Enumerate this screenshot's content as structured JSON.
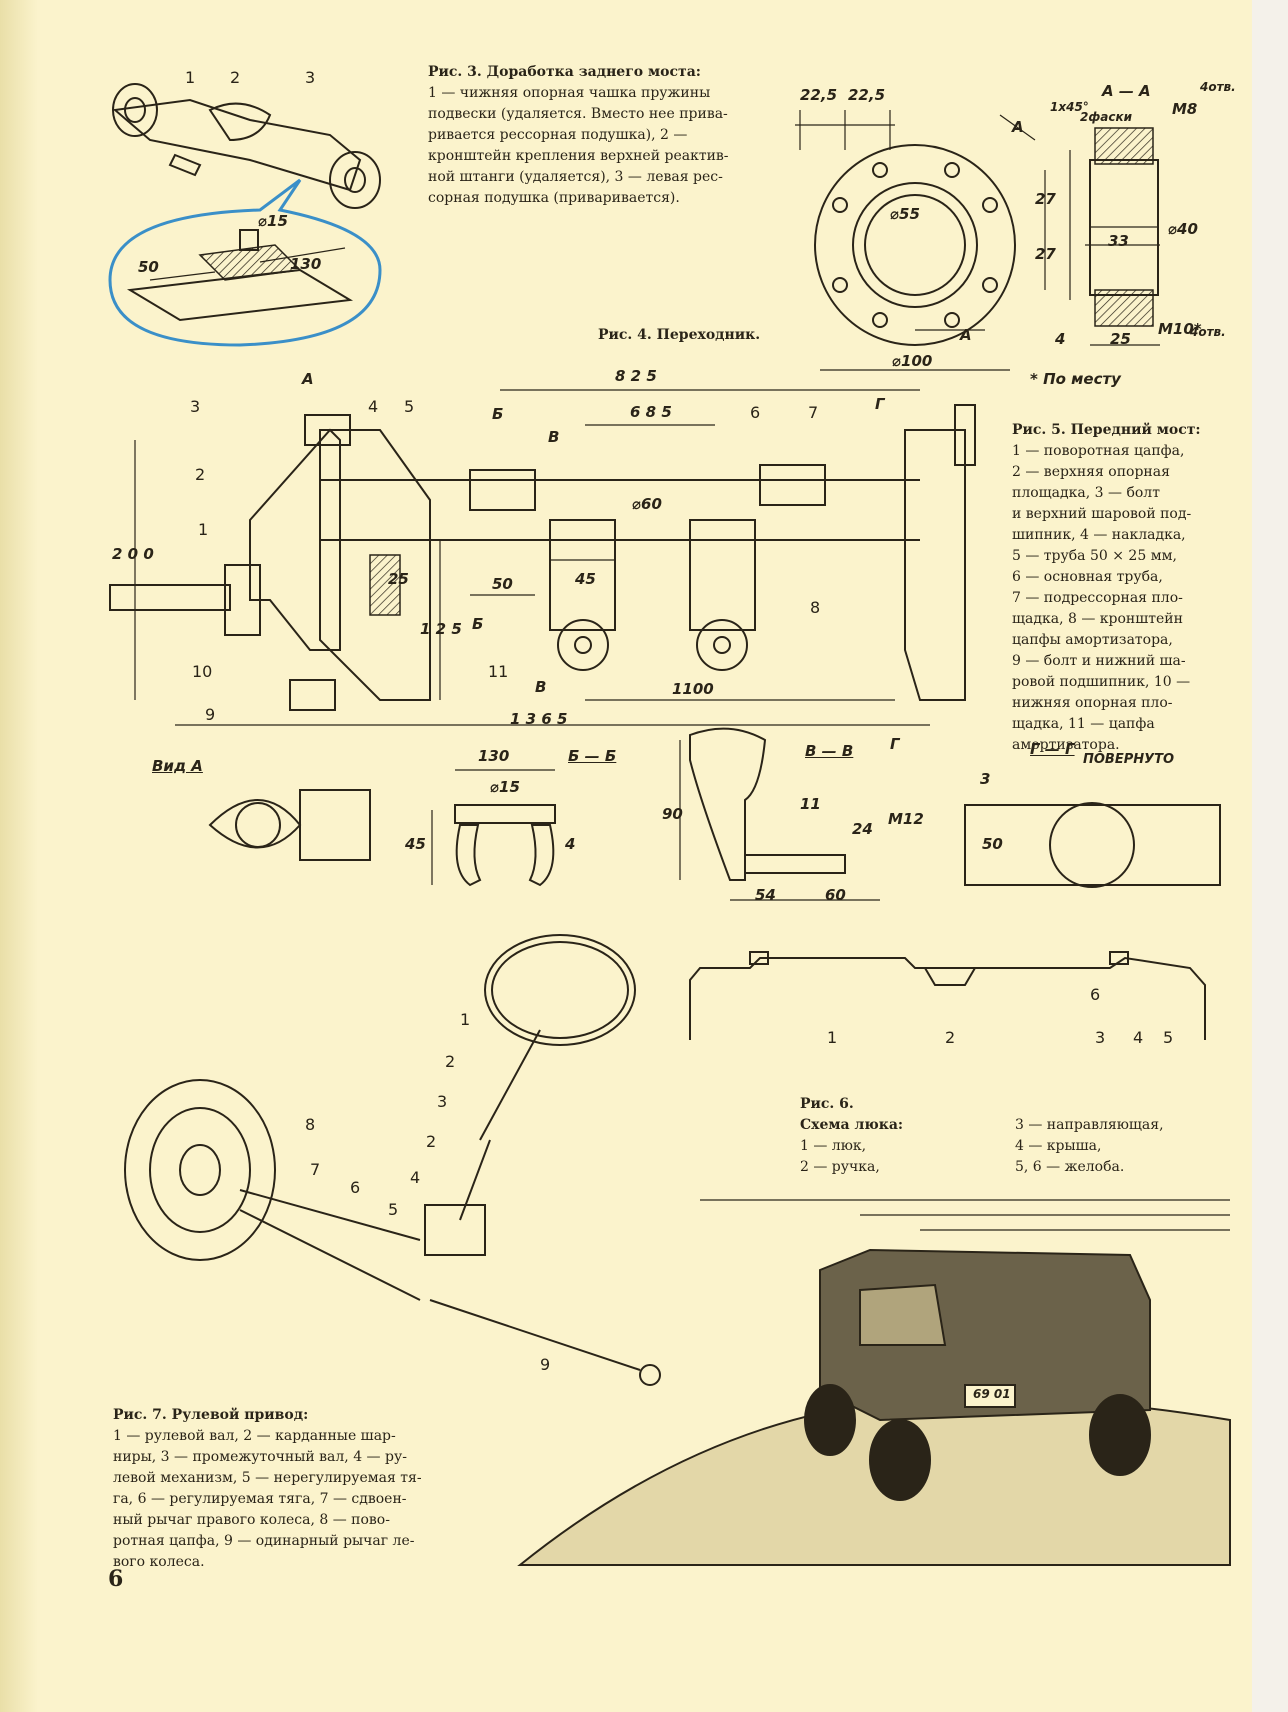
{
  "fig3": {
    "title": "Рис. 3. Доработка заднего моста:",
    "lines": [
      "1 — чижняя опорная чашка пружины",
      "подвески (удаляется. Вместо нее прива-",
      "ривается рессорная подушка), 2 —",
      "кронштейн крепления верхней реактив-",
      "ной штанги (удаляется), 3 — левая рес-",
      "сорная подушка (приваривается)."
    ],
    "dims": {
      "d15": "⌀15",
      "d130": "130",
      "d50": "50",
      "n1": "1",
      "n2": "2",
      "n3": "3"
    }
  },
  "fig4": {
    "title": "Рис. 4. Переходник.",
    "dims": {
      "a": "22,5",
      "b": "22,5",
      "d55": "⌀55",
      "d100": "⌀100",
      "d40": "⌀40",
      "v27a": "27",
      "v27b": "27",
      "w33": "33",
      "w25": "25",
      "w4": "4",
      "m8": "М8",
      "m8b": "4отв.",
      "m10": "М10*",
      "m10b": "4отв.",
      "ch": "1х45°",
      "ch2": "2фаски",
      "sec": "А — А",
      "mark": "А",
      "mark2": "А",
      "note": "* По месту"
    }
  },
  "fig5": {
    "title": "Рис. 5. Передний мост:",
    "lines": [
      "1 — поворотная цапфа,",
      "2 — верхняя опорная",
      "площадка, 3 — болт",
      "и верхний шаровой под-",
      "шипник, 4 — накладка,",
      "5 — труба 50 × 25 мм,",
      "6 — основная труба,",
      "7 — подрессорная пло-",
      "щадка, 8 — кронштейн",
      "цапфы амортизатора,",
      "9 — болт и нижний ша-",
      "ровой подшипник, 10 —",
      "нижняя опорная пло-",
      "щадка, 11 — цапфа",
      "амортизатора."
    ],
    "dims": {
      "d825": "8 2 5",
      "d685": "6 8 5",
      "d1100": "1100",
      "d1365": "1 3 6 5",
      "d200": "2 0 0",
      "d125": "1 2 5",
      "d60": "⌀60",
      "d50": "50",
      "d45": "45",
      "d25": "25",
      "A": "А",
      "B": "Б",
      "B2": "Б",
      "V": "В",
      "V2": "В",
      "G": "Г",
      "G2": "Г",
      "n1": "1",
      "n2": "2",
      "n3": "3",
      "n4": "4",
      "n5": "5",
      "n6": "6",
      "n7": "7",
      "n8": "8",
      "n9": "9",
      "n10": "10",
      "n11": "11"
    },
    "views": {
      "vidA": "Вид А",
      "bb": "Б — Б",
      "vv": "В — В",
      "gg": "Г — Г",
      "povernuto": "ПОВЕРНУТО",
      "b130": "130",
      "b15": "⌀15",
      "b45": "45",
      "b4": "4",
      "v90": "90",
      "v11": "11",
      "v24": "24",
      "vm12": "М12",
      "v54": "54",
      "v60": "60",
      "g3": "3",
      "g50": "50"
    }
  },
  "fig6": {
    "title": "Рис. 6.",
    "subtitle": "Схема люка:",
    "col1": [
      "1 — люк,",
      "2 — ручка,"
    ],
    "col2": [
      "3 — направляющая,",
      "4 — крыша,",
      "5, 6 — желоба."
    ],
    "nums": {
      "n1": "1",
      "n2": "2",
      "n3": "3",
      "n4": "4",
      "n5": "5",
      "n6": "6"
    }
  },
  "fig7": {
    "title": "Рис. 7. Рулевой привод:",
    "lines": [
      "1 — рулевой вал, 2 — карданные шар-",
      "ниры, 3 — промежуточный вал, 4 — ру-",
      "левой механизм, 5 — нерегулируемая тя-",
      "га, 6 — регулируемая тяга, 7 — сдвоен-",
      "ный рычаг правого колеса, 8 — пово-",
      "ротная цапфа, 9 — одинарный рычаг ле-",
      "вого колеса."
    ],
    "nums": {
      "n1": "1",
      "n2": "2",
      "n2b": "2",
      "n3": "3",
      "n4": "4",
      "n5": "5",
      "n6": "6",
      "n7": "7",
      "n8": "8",
      "n9": "9"
    }
  },
  "plate": "69 01",
  "page_number": "6",
  "colors": {
    "paper": "#fbf3cc",
    "ink": "#2a2418",
    "highlight": "#3a8fc8"
  }
}
